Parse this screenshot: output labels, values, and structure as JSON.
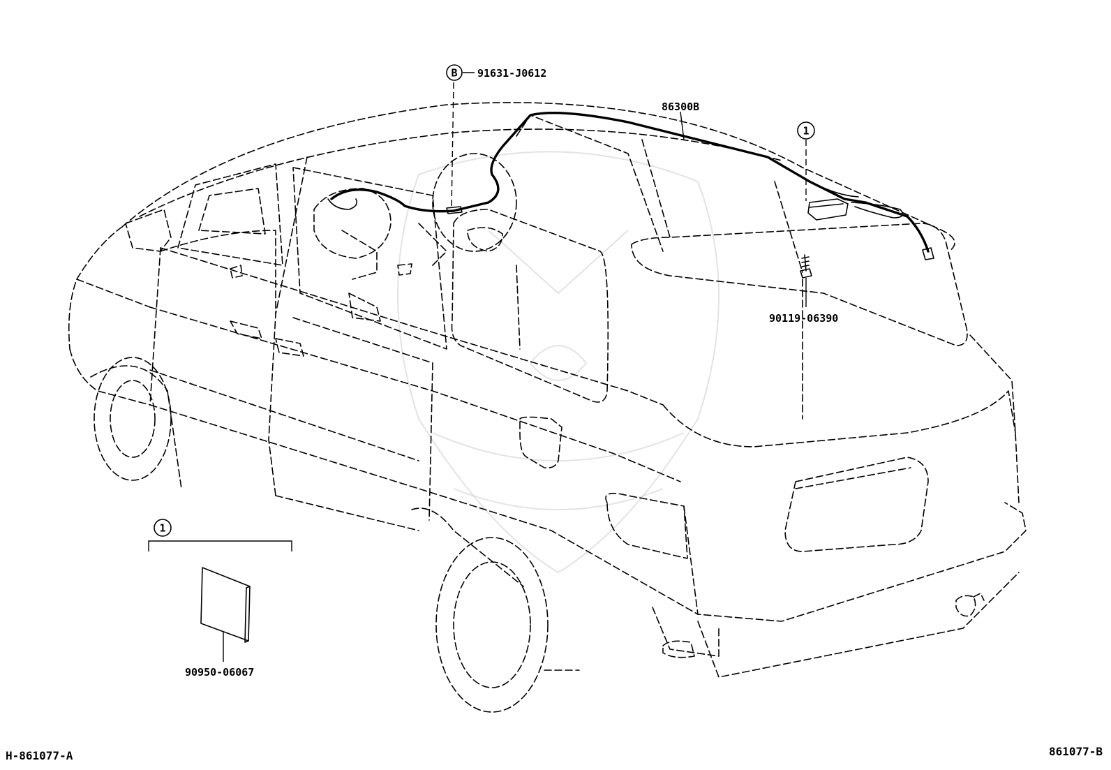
{
  "diagram": {
    "part_labels": {
      "harness": "86300B",
      "clip_b": "91631-J0612",
      "screw": "90119-06390",
      "sheet": "90950-06067"
    },
    "callouts": {
      "clip_marker": "B",
      "ref_mark_top": "1",
      "ref_mark_kit": "1"
    },
    "corner_codes": {
      "left": "H-861077-A",
      "right": "861077-B"
    }
  }
}
